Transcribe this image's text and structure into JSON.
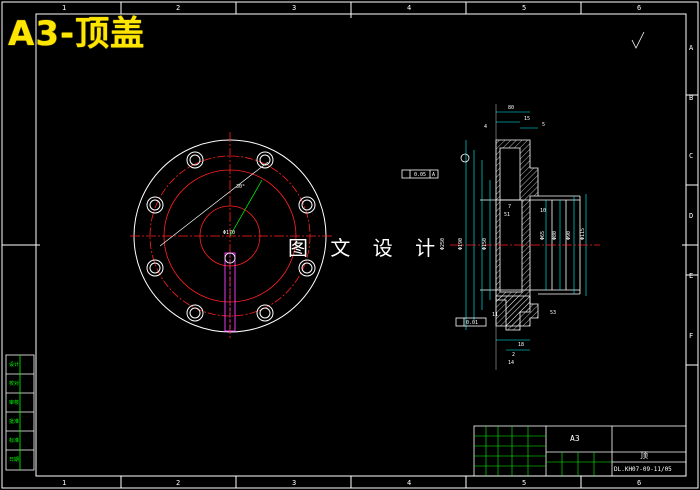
{
  "header": {
    "title": "A3-顶盖",
    "watermark": "图 文 设 计"
  },
  "border": {
    "top_zones": [
      "1",
      "2",
      "3",
      "4",
      "5",
      "6"
    ],
    "bottom_zones": [
      "1",
      "2",
      "3",
      "4",
      "5",
      "6"
    ],
    "right_zones": [
      "A",
      "B",
      "C",
      "D",
      "E",
      "F"
    ]
  },
  "title_block": {
    "format": "A3",
    "part_name": "顶",
    "drawing_number": "DL.KH07-09-11/05"
  },
  "annotations": {
    "angle": "30°",
    "pcd": "Φ170",
    "flatness": "0.05",
    "datum": "A",
    "perp": "0.01"
  },
  "dimensions": {
    "d250": "Φ250",
    "d190": "Φ190",
    "d150": "Φ150",
    "d115": "Φ115",
    "d90": "Φ90",
    "d80": "Φ80",
    "d65": "Φ65",
    "w80": "80",
    "w15": "15",
    "w5": "5",
    "w4": "4",
    "w53": "53",
    "w51": "51",
    "w7": "7",
    "w10": "10",
    "w11": "11",
    "w18": "18",
    "w2": "2",
    "w14": "14"
  },
  "side_labels": [
    "设计",
    "校对",
    "审核",
    "批准",
    "标准",
    "日期"
  ],
  "colors": {
    "background": "#000000",
    "frame": "#ffffff",
    "center": "#ff2020",
    "green": "#00ff00",
    "hatch": "#ffffff",
    "title": "#ffe600",
    "magenta": "#ff40ff",
    "cyan": "#00ffff"
  }
}
